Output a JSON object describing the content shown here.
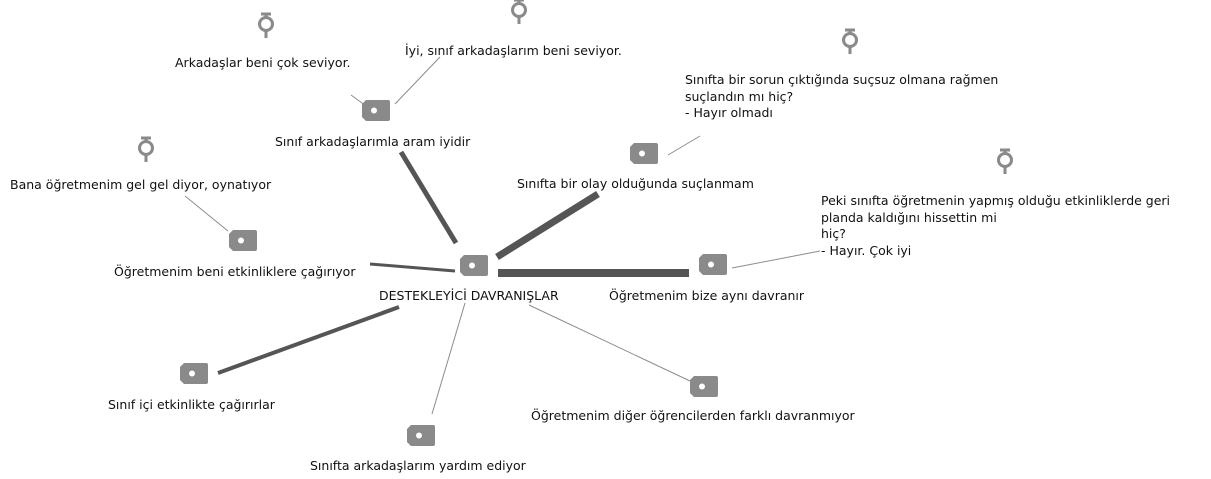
{
  "central": {
    "label": "DESTEKLEYİCİ DAVRANIŞLAR"
  },
  "codes": [
    {
      "id": "sinif-arkadaslarimla",
      "label": "Sınıf arkadaşlarımla aram iyidir"
    },
    {
      "id": "olay-suclanmam",
      "label": "Sınıfta bir olay olduğunda suçlanmam"
    },
    {
      "id": "etkinliklere-cagiriyor",
      "label": "Öğretmenim beni etkinliklere çağırıyor"
    },
    {
      "id": "ayni-davranir",
      "label": "Öğretmenim bize aynı davranır"
    },
    {
      "id": "sinif-ici-etkinlik",
      "label": "Sınıf içi etkinlikte çağırırlar"
    },
    {
      "id": "yardim-ediyor",
      "label": "Sınıfta arkadaşlarım yardım ediyor"
    },
    {
      "id": "farkli-davranmiyor",
      "label": "Öğretmenim diğer öğrencilerden farklı davranmıyor"
    }
  ],
  "quotes": [
    {
      "id": "q-cok-seviyor",
      "text": "Arkadaşlar beni çok seviyor."
    },
    {
      "id": "q-iyi-seviyor",
      "text": "İyi, sınıf arkadaşlarım beni seviyor."
    },
    {
      "id": "q-sorun",
      "text": "Sınıfta bir sorun çıktığında suçsuz olmana rağmen\nsuçlandın mı hiç?\n- Hayır olmadı"
    },
    {
      "id": "q-gel-gel",
      "text": "Bana öğretmenim gel gel diyor, oynatıyor"
    },
    {
      "id": "q-geri-planda",
      "text": "Peki sınıfta öğretmenin yapmış olduğu etkinliklerde geri\nplanda kaldığını hissettin mi\nhiç?\n- Hayır. Çok iyi"
    }
  ],
  "colors": {
    "icon": "#8a8a8a",
    "edge": "#555555",
    "thin_edge": "#8c8c8c",
    "text": "#111111"
  }
}
